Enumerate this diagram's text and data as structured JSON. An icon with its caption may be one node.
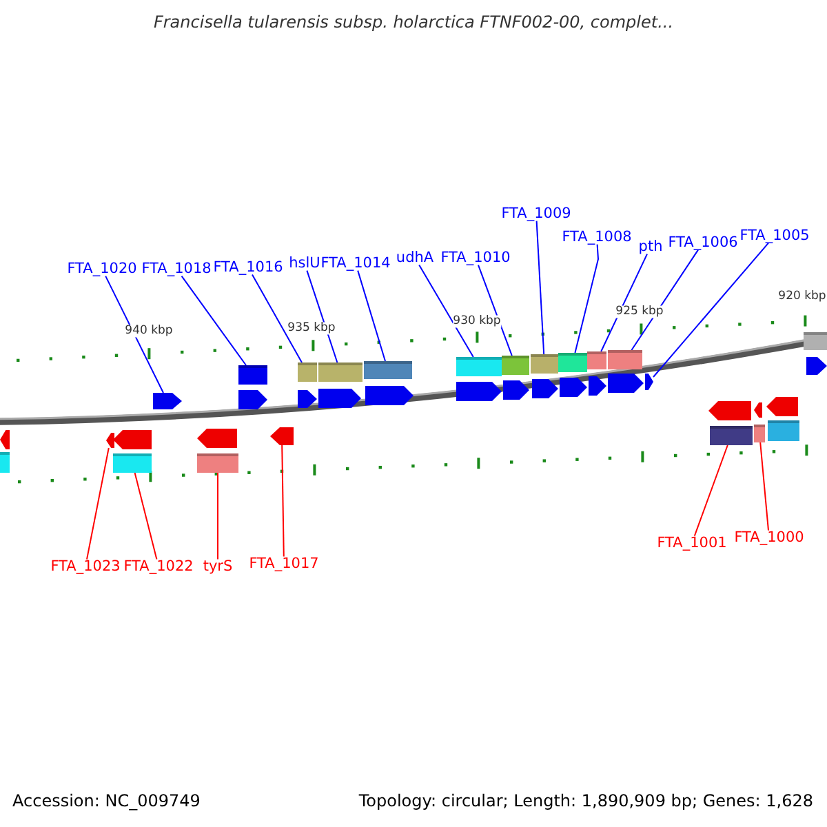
{
  "diagram": {
    "title": "Francisella tularensis subsp. holarctica FTNF002-00, complet...",
    "nodes": [
      {
        "text": [
          "FTA_1020"
        ]
      },
      {
        "text": [
          "FTA_1018"
        ]
      },
      {
        "text": [
          "FTA_1016"
        ]
      },
      {
        "text": [
          "hslU"
        ]
      },
      {
        "text": [
          "FTA_1014"
        ]
      },
      {
        "text": [
          "udhA"
        ]
      },
      {
        "text": [
          "FTA_1010"
        ]
      },
      {
        "text": [
          "FTA_1009"
        ]
      },
      {
        "text": [
          "FTA_1008"
        ]
      },
      {
        "text": [
          "pth"
        ]
      },
      {
        "text": [
          "FTA_1006"
        ]
      },
      {
        "text": [
          "FTA_1005"
        ]
      },
      {
        "text": [
          "FTA_1023"
        ]
      },
      {
        "text": [
          "FTA_1022"
        ]
      },
      {
        "text": [
          "tyrS"
        ]
      },
      {
        "text": [
          "FTA_1017"
        ]
      },
      {
        "text": [
          "FTA_1001"
        ]
      },
      {
        "text": [
          "FTA_1000"
        ]
      },
      {
        "text": [],
        "shape": "bar"
      },
      {
        "text": [],
        "shape": "bar"
      },
      {
        "text": [],
        "shape": "bar"
      },
      {
        "text": [],
        "shape": "bar"
      },
      {
        "text": [],
        "shape": "bar"
      },
      {
        "text": [],
        "shape": "bar"
      },
      {
        "text": [],
        "shape": "bar"
      },
      {
        "text": [],
        "shape": "bar"
      },
      {
        "text": [],
        "shape": "bar"
      },
      {
        "text": [],
        "shape": "bar"
      },
      {
        "text": [],
        "shape": "bar"
      },
      {
        "text": [],
        "shape": "bar"
      },
      {
        "text": [],
        "shape": "bar"
      },
      {
        "text": [],
        "shape": "bar"
      },
      {
        "text": [],
        "shape": "bar"
      },
      {
        "text": [],
        "shape": "bar"
      },
      {
        "text": [],
        "shape": "bar"
      },
      {
        "text": [],
        "shape": "bar"
      }
    ],
    "edges": [
      {
        "from": 0,
        "to": 18,
        "arrow": "none"
      },
      {
        "from": 1,
        "to": 19,
        "arrow": "none"
      },
      {
        "from": 2,
        "to": 20,
        "arrow": "none"
      },
      {
        "from": 3,
        "to": 21,
        "arrow": "none"
      },
      {
        "from": 4,
        "to": 22,
        "arrow": "none"
      },
      {
        "from": 5,
        "to": 23,
        "arrow": "none"
      },
      {
        "from": 6,
        "to": 24,
        "arrow": "none"
      },
      {
        "from": 7,
        "to": 25,
        "arrow": "none"
      },
      {
        "from": 8,
        "to": 26,
        "arrow": "none"
      },
      {
        "from": 9,
        "to": 27,
        "arrow": "none"
      },
      {
        "from": 10,
        "to": 28,
        "arrow": "none"
      },
      {
        "from": 11,
        "to": 29,
        "arrow": "none"
      },
      {
        "from": 12,
        "to": 30,
        "arrow": "none",
        "color": "#ff0000"
      },
      {
        "from": 13,
        "to": 31,
        "arrow": "none",
        "color": "#ff0000"
      },
      {
        "from": 14,
        "to": 32,
        "arrow": "none",
        "color": "#ff0000"
      },
      {
        "from": 15,
        "to": 33,
        "arrow": "none",
        "color": "#ff0000"
      },
      {
        "from": 16,
        "to": 34,
        "arrow": "none",
        "color": "#ff0000"
      },
      {
        "from": 17,
        "to": 35,
        "arrow": "none",
        "color": "#ff0000"
      }
    ],
    "labels": [
      "940 kbp",
      "935 kbp",
      "930 kbp",
      "925 kbp",
      "920 kbp",
      "Accession: NC_009749",
      "Topology: circular; Length: 1,890,909 bp; Genes: 1,628"
    ]
  }
}
